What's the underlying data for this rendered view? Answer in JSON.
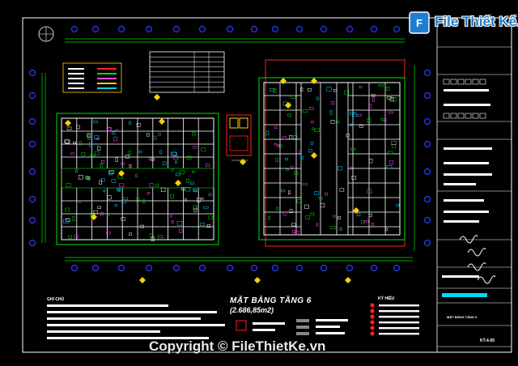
{
  "branding": {
    "logo_text": "File Thiết Kế.vn",
    "copyright": "Copyright © FileThietKe.vn"
  },
  "drawing": {
    "title": "MẶT BẰNG TẦNG 6",
    "area": "(2.686,85m2)",
    "notes_label": "GHI CHÚ",
    "legend_label": "KÝ HIỆU"
  },
  "title_block": {
    "sheet_name": "MẶT BẰNG TẦNG 6",
    "sheet_number": "KT-4-05"
  },
  "colors": {
    "background": "#000000",
    "frame": "#ffffff",
    "walls": "#ffffff",
    "dimensions": "#00e000",
    "grid_bubbles": "#2a3cff",
    "outline": "#ff2020",
    "annotations": "#ffd000",
    "furniture": "#ff44ff",
    "highlight": "#00d8ff"
  }
}
